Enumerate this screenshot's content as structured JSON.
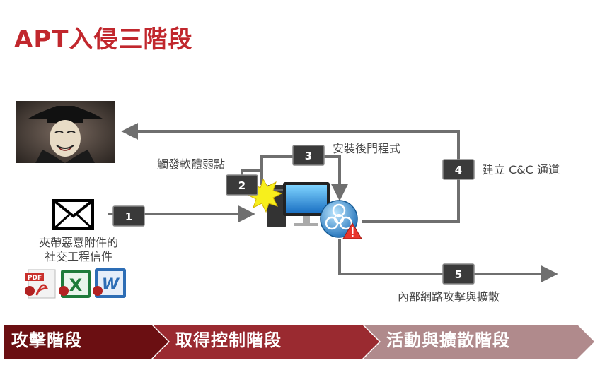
{
  "title": "APT入侵三階段",
  "steps": [
    {
      "number": "1",
      "label": "夾帶惡意附件的\n社交工程信件"
    },
    {
      "number": "2",
      "label": "觸發軟體弱點"
    },
    {
      "number": "3",
      "label": "安裝後門程式"
    },
    {
      "number": "4",
      "label": "建立 C&C 通道"
    },
    {
      "number": "5",
      "label": "內部網路攻擊與擴散"
    }
  ],
  "email_label_line1": "夾帶惡意附件的",
  "email_label_line2": "社交工程信件",
  "file_icons": [
    "PDF",
    "X",
    "W"
  ],
  "stages": [
    {
      "label": "攻擊階段",
      "color": "#6b0f12"
    },
    {
      "label": "取得控制階段",
      "color": "#9a2a30"
    },
    {
      "label": "活動與擴散階段",
      "color": "#b08a8c"
    }
  ],
  "colors": {
    "title": "#c1272d",
    "arrow": "#6f6f6f",
    "badge": "#3a3a3a"
  }
}
